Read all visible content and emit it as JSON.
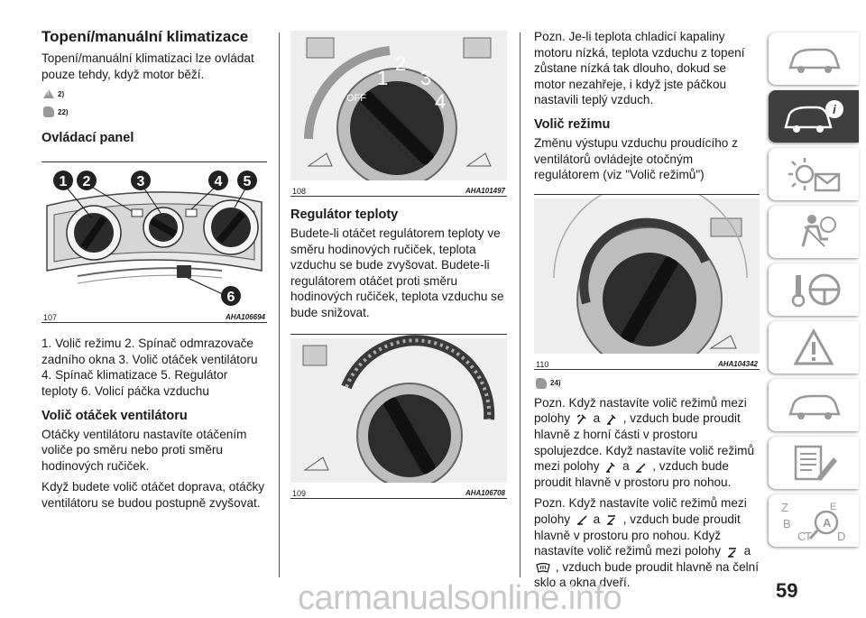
{
  "col1": {
    "title": "Topení/manuální klimatizace",
    "intro": "Topení/manuální klimatizaci lze ovládat pouze tehdy, když motor běží.",
    "note1": "2)",
    "note2": "22)",
    "panel_heading": "Ovládací panel",
    "fig107": {
      "num": "107",
      "code": "AHA106694",
      "callouts": [
        "1",
        "2",
        "3",
        "4",
        "5",
        "6"
      ]
    },
    "legend": "1. Volič režimu 2. Spínač odmrazovače zadního okna 3. Volič otáček ventilátoru 4. Spínač klimatizace 5. Regulátor teploty 6. Volicí páčka vzduchu",
    "fan_heading": "Volič otáček ventilátoru",
    "fan_p1": "Otáčky ventilátoru nastavíte otáčením voliče po směru nebo proti směru hodinových ručiček.",
    "fan_p2": "Když budete volič otáčet doprava, otáčky ventilátoru se budou postupně zvyšovat."
  },
  "col2": {
    "fig108": {
      "num": "108",
      "code": "AHA101497",
      "off": "OFF",
      "speeds": [
        "1",
        "2",
        "3",
        "4"
      ]
    },
    "temp_heading": "Regulátor teploty",
    "temp_p1": "Budete-li otáčet regulátorem teploty ve směru hodinových ručiček, teplota vzduchu se bude zvyšovat. Budete-li regulátorem otáčet proti směru hodinových ručiček, teplota vzduchu se bude snižovat.",
    "fig109": {
      "num": "109",
      "code": "AHA106708"
    }
  },
  "col3": {
    "p1": "Pozn. Je-li teplota chladicí kapaliny motoru nízká, teplota vzduchu z topení zůstane nízká tak dlouho, dokud se motor nezahřeje, i když jste páčkou nastavili teplý vzduch.",
    "mode_heading": "Volič režimu",
    "mode_p1": "Změnu výstupu vzduchu proudícího z ventilátorů ovládejte otočným regulátorem (viz \"Volič režimů\")",
    "fig110": {
      "num": "110",
      "code": "AHA104342"
    },
    "note": "24)",
    "p2a": "Pozn. Když nastavíte volič režimů mezi polohy",
    "p2b": "a",
    "p2c": ", vzduch bude proudit hlavně z horní části v prostoru spolujezdce. Když nastavíte volič režimů mezi polohy",
    "p2d": "a",
    "p2e": ", vzduch bude proudit hlavně v prostoru pro nohou.",
    "p3a": "Pozn. Když nastavíte volič režimů mezi polohy",
    "p3b": "a",
    "p3c": ", vzduch bude proudit hlavně v prostoru pro nohou. Když nastavíte volič režimů mezi polohy",
    "p3d": "a",
    "p3e": ", vzduch bude proudit hlavně na čelní sklo a okna dveří."
  },
  "sidebar": {
    "tabs": [
      "car-overview-icon",
      "car-info-icon",
      "warning-lights-icon",
      "safety-airbag-icon",
      "starting-driving-icon",
      "breakdown-icon",
      "servicing-icon",
      "technical-data-icon",
      "index-icon"
    ],
    "active_index": 1,
    "index_letters": [
      "Z",
      "E",
      "A",
      "B",
      "C",
      "T",
      "D"
    ]
  },
  "page_number": "59",
  "watermark": "carmanualsonline.info"
}
